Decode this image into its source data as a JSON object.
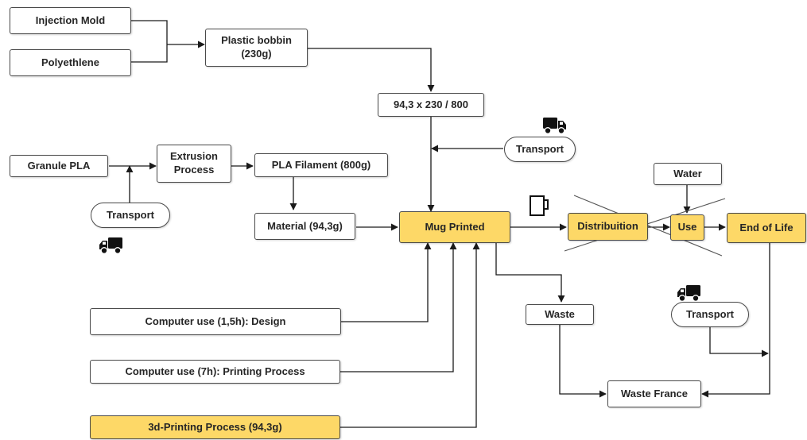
{
  "nodes": {
    "injection_mold": "Injection Mold",
    "polyethlene": "Polyethlene",
    "plastic_bobbin": "Plastic bobbin\n(230g)",
    "formula": "94,3 x 230 / 800",
    "transport_top": "Transport",
    "granule_pla": "Granule PLA",
    "extrusion_process": "Extrusion\nProcess",
    "pla_filament": "PLA Filament (800g)",
    "transport_left": "Transport",
    "material": "Material (94,3g)",
    "mug_printed": "Mug Printed",
    "distribution": "Distribuition",
    "water": "Water",
    "use": "Use",
    "end_of_life": "End of Life",
    "waste": "Waste",
    "transport_right": "Transport",
    "waste_france": "Waste France",
    "computer_design": "Computer use  (1,5h): Design",
    "computer_printing": "Computer use  (7h): Printing Process",
    "printing_3d": "3d-Printing Process (94,3g)"
  },
  "colors": {
    "highlight": "#fdd867",
    "border": "#4a4a4a",
    "text": "#262626",
    "line": "#1a1a1a"
  },
  "icons": [
    "truck-icon",
    "truck-icon",
    "truck-icon",
    "cup-icon"
  ]
}
